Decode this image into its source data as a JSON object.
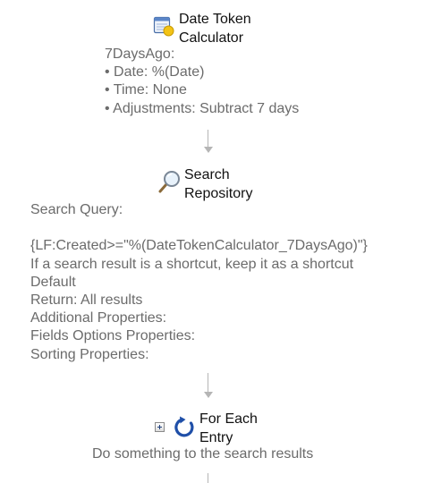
{
  "steps": [
    {
      "title_line1": "Date Token",
      "title_line2": "Calculator",
      "icon": "date-token-calculator-icon",
      "details": [
        "7DaysAgo:",
        "• Date: %(Date)",
        "• Time: None",
        "• Adjustments: Subtract 7 days"
      ]
    },
    {
      "title_line1": "Search",
      "title_line2": "Repository",
      "icon": "magnifier-icon",
      "details": [
        "Search Query:",
        "",
        "{LF:Created>=\"%(DateTokenCalculator_7DaysAgo)\"}",
        "If a search result is a shortcut, keep it as a shortcut",
        "Default",
        "Return: All results",
        "Additional Properties:",
        "Fields Options Properties:",
        "Sorting Properties:"
      ]
    },
    {
      "title_line1": "For Each",
      "title_line2": "Entry",
      "icon": "loop-arrow-icon",
      "expander": "expand-plus-icon",
      "details": [
        "Do something to the search results"
      ]
    }
  ],
  "colors": {
    "title_text": "#111111",
    "detail_text": "#6b6b6b",
    "connector": "#b5b5b5",
    "loop_icon_blue": "#1f4fa8"
  }
}
